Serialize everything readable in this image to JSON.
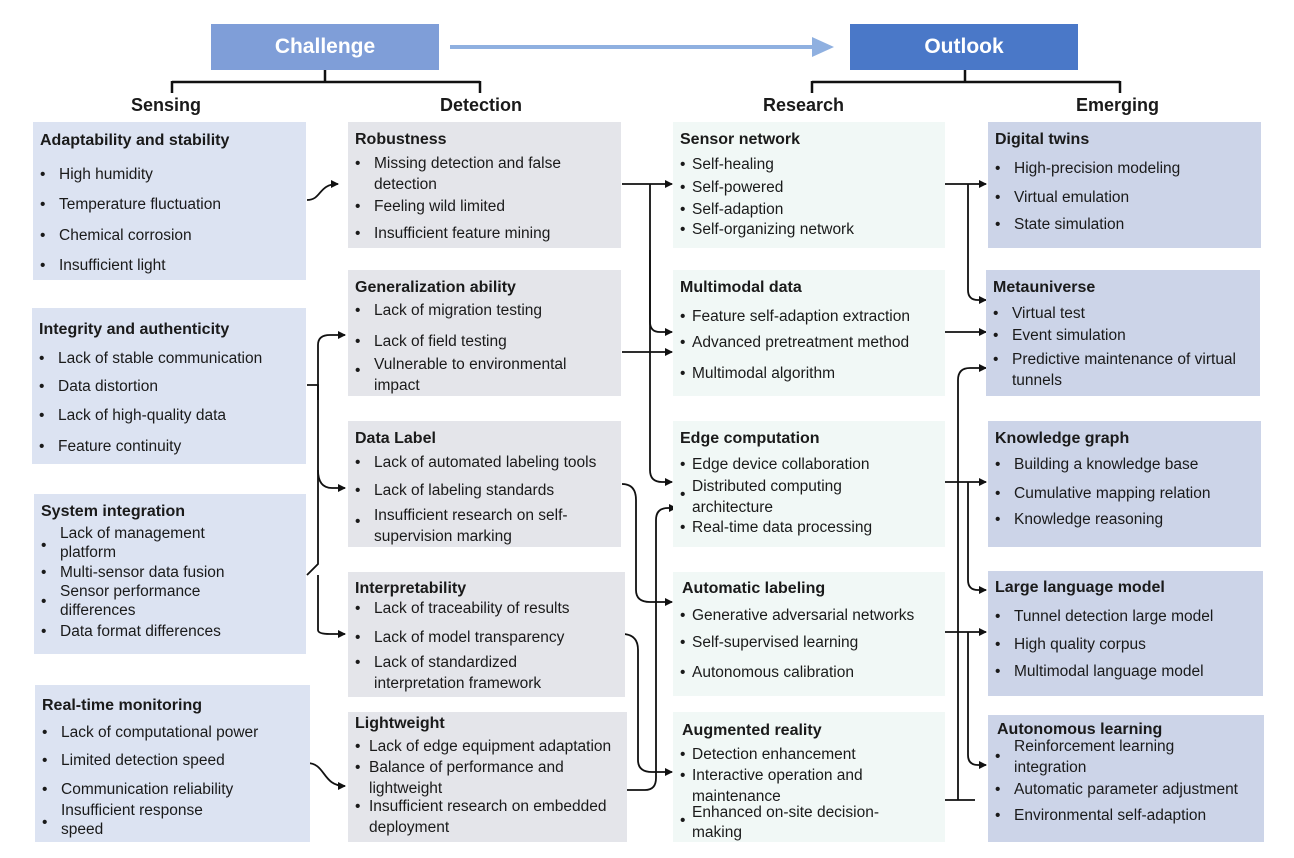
{
  "headers": {
    "challenge": "Challenge",
    "outlook": "Outlook"
  },
  "columns": {
    "sensing": "Sensing",
    "detection": "Detection",
    "research": "Research",
    "emerging": "Emerging"
  },
  "sensing": [
    {
      "title": "Adaptability and stability",
      "items": [
        "High humidity",
        "Temperature fluctuation",
        "Chemical corrosion",
        "Insufficient light"
      ]
    },
    {
      "title": "Integrity and authenticity",
      "items": [
        "Lack of  stable communication",
        "Data distortion",
        "Lack of high-quality data",
        "Feature continuity"
      ]
    },
    {
      "title": "System integration",
      "items": [
        "Lack of  management platform",
        "Multi-sensor data fusion",
        "Sensor performance differences",
        "Data format differences"
      ]
    },
    {
      "title": "Real-time monitoring",
      "items": [
        "Lack of computational power",
        "Limited detection speed",
        "Communication reliability",
        "Insufficient response speed"
      ]
    }
  ],
  "detection": [
    {
      "title": "Robustness",
      "items": [
        "Missing detection and false detection",
        "Feeling wild limited",
        "Insufficient feature mining"
      ]
    },
    {
      "title": "Generalization ability",
      "items": [
        "Lack of migration testing",
        "Lack of field testing",
        "Vulnerable to environmental impact"
      ]
    },
    {
      "title": "Data Label",
      "items": [
        "Lack of automated labeling tools",
        "Lack of labeling standards",
        "Insufficient research on self-supervision marking"
      ]
    },
    {
      "title": "Interpretability",
      "items": [
        "Lack of traceability of results",
        "Lack of model transparency",
        "Lack of standardized interpretation framework"
      ]
    },
    {
      "title": "Lightweight",
      "items": [
        "Lack of edge equipment adaptation",
        "Balance of performance and lightweight",
        "Insufficient research on embedded deployment"
      ]
    }
  ],
  "research": [
    {
      "title": "Sensor network",
      "items": [
        "Self-healing",
        "Self-powered",
        "Self-adaption",
        "Self-organizing network"
      ]
    },
    {
      "title": "Multimodal data",
      "items": [
        "Feature self-adaption extraction",
        "Advanced pretreatment method",
        "Multimodal algorithm"
      ]
    },
    {
      "title": "Edge computation",
      "items": [
        "Edge device collaboration",
        "Distributed computing architecture",
        "Real-time data processing"
      ]
    },
    {
      "title": "Automatic labeling",
      "items": [
        "Generative adversarial networks",
        "Self-supervised learning",
        "Autonomous calibration"
      ]
    },
    {
      "title": "Augmented reality",
      "items": [
        "Detection enhancement",
        "Interactive operation and maintenance",
        "Enhanced on-site decision-making"
      ]
    }
  ],
  "emerging": [
    {
      "title": "Digital twins",
      "items": [
        "High-precision modeling",
        "Virtual emulation",
        "State simulation"
      ]
    },
    {
      "title": "Metauniverse",
      "items": [
        "Virtual test",
        "Event simulation",
        "Predictive maintenance of virtual tunnels"
      ]
    },
    {
      "title": "Knowledge graph",
      "items": [
        "Building a knowledge base",
        "Cumulative mapping relation",
        "Knowledge reasoning"
      ]
    },
    {
      "title": "Large language model",
      "items": [
        "Tunnel detection large model",
        "High quality corpus",
        "Multimodal language model"
      ]
    },
    {
      "title": "Autonomous learning",
      "items": [
        "Reinforcement learning integration",
        "Automatic parameter adjustment",
        "Environmental self-adaption"
      ]
    }
  ]
}
